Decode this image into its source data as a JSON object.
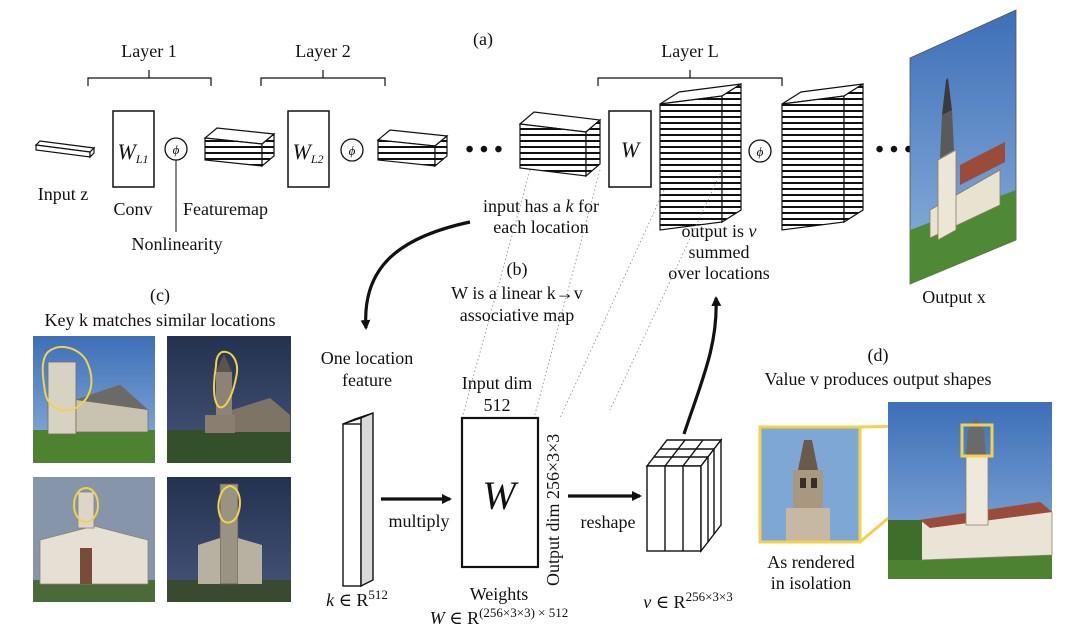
{
  "panel_a": {
    "tag": "(a)",
    "layer1": "Layer 1",
    "layer2": "Layer 2",
    "layerL": "Layer L",
    "input": "Input z",
    "conv": "Conv",
    "featuremap": "Featuremap",
    "nonlinearity": "Nonlinearity",
    "phi": "ϕ",
    "w_l1": "W",
    "w_l1_sub": "L1",
    "w_l2": "W",
    "w_l2_sub": "L2",
    "w": "W",
    "ellipsis": "• • •",
    "input_has_k_1": "input has a",
    "input_has_k_k": "k",
    "input_has_k_2": "for",
    "input_has_k_3": "each location",
    "output_is_v_1": "output is",
    "output_is_v_v": "v",
    "output_is_v_2": "summed",
    "output_is_v_3": "over locations",
    "output_x": "Output x"
  },
  "panel_b": {
    "tag": "(b)",
    "line1": "W is a linear k→v",
    "line2": "associative map",
    "one_location_1": "One location",
    "one_location_2": "feature",
    "input_dim_1": "Input dim",
    "input_dim_2": "512",
    "output_dim": "Output dim 256×3×3",
    "w_big": "W",
    "multiply": "multiply",
    "reshape": "reshape",
    "k_label_k": "k",
    "k_label_in": "∈ R",
    "k_label_sup": "512",
    "weights": "Weights",
    "w_label_w": "W",
    "w_label_in": "∈ R",
    "w_label_sup": "(256×3×3) × 512",
    "v_label_v": "v",
    "v_label_in": "∈ R",
    "v_label_sup": "256×3×3"
  },
  "panel_c": {
    "tag": "(c)",
    "caption": "Key k matches similar locations"
  },
  "panel_d": {
    "tag": "(d)",
    "caption": "Value v produces output shapes",
    "rendered_1": "As rendered",
    "rendered_2": "in isolation"
  },
  "colors": {
    "highlight": "#f2d24b",
    "sky": "#4a7fc4",
    "night_sky": "#2a3650",
    "grass": "#3f7a2a"
  }
}
